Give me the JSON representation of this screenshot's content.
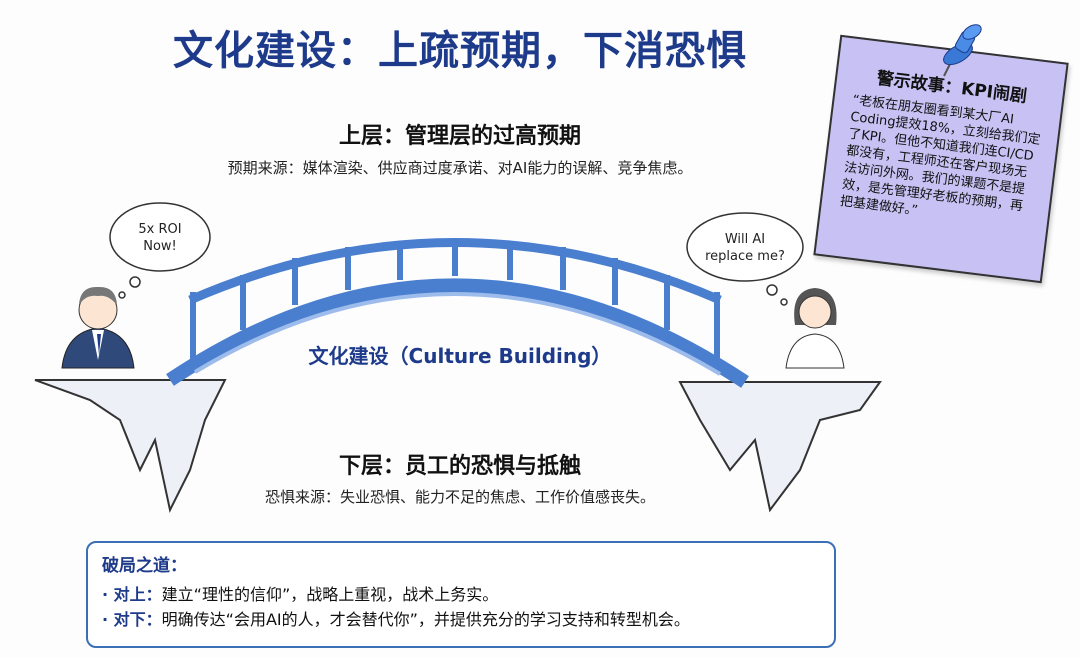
{
  "title": "文化建设：上疏预期，下消恐惧",
  "upper": {
    "heading": "上层：管理层的过高预期",
    "detail": "预期来源：媒体渲染、供应商过度承诺、对AI能力的误解、竞争焦虑。"
  },
  "bridge_label": "文化建设（Culture Building）",
  "manager_bubble": {
    "line1": "5x ROI",
    "line2": "Now!"
  },
  "employee_bubble": {
    "line1": "Will AI",
    "line2": "replace me?"
  },
  "lower": {
    "heading": "下层：员工的恐惧与抵触",
    "detail": "恐惧来源：失业恐惧、能力不足的焦虑、工作价值感丧失。"
  },
  "note": {
    "title": "警示故事：KPI闹剧",
    "body": "“老板在朋友圈看到某大厂AI Coding提效18%，立刻给我们定了KPI。但他不知道我们连CI/CD都没有，工程师还在客户现场无法访问外网。我们的课题不是提效，是先管理好老板的预期，再把基建做好。”"
  },
  "solution": {
    "title": "破局之道：",
    "items": [
      {
        "label": "· 对上：",
        "text": "建立“理性的信仰”，战略上重视，战术上务实。"
      },
      {
        "label": "· 对下：",
        "text": "明确传达“会用AI的人，才会替代你”，并提供充分的学习支持和转型机会。"
      }
    ]
  },
  "colors": {
    "accent": "#1e3a8a",
    "bridge": "#4a7fd0",
    "note": "#c8c2f4"
  }
}
